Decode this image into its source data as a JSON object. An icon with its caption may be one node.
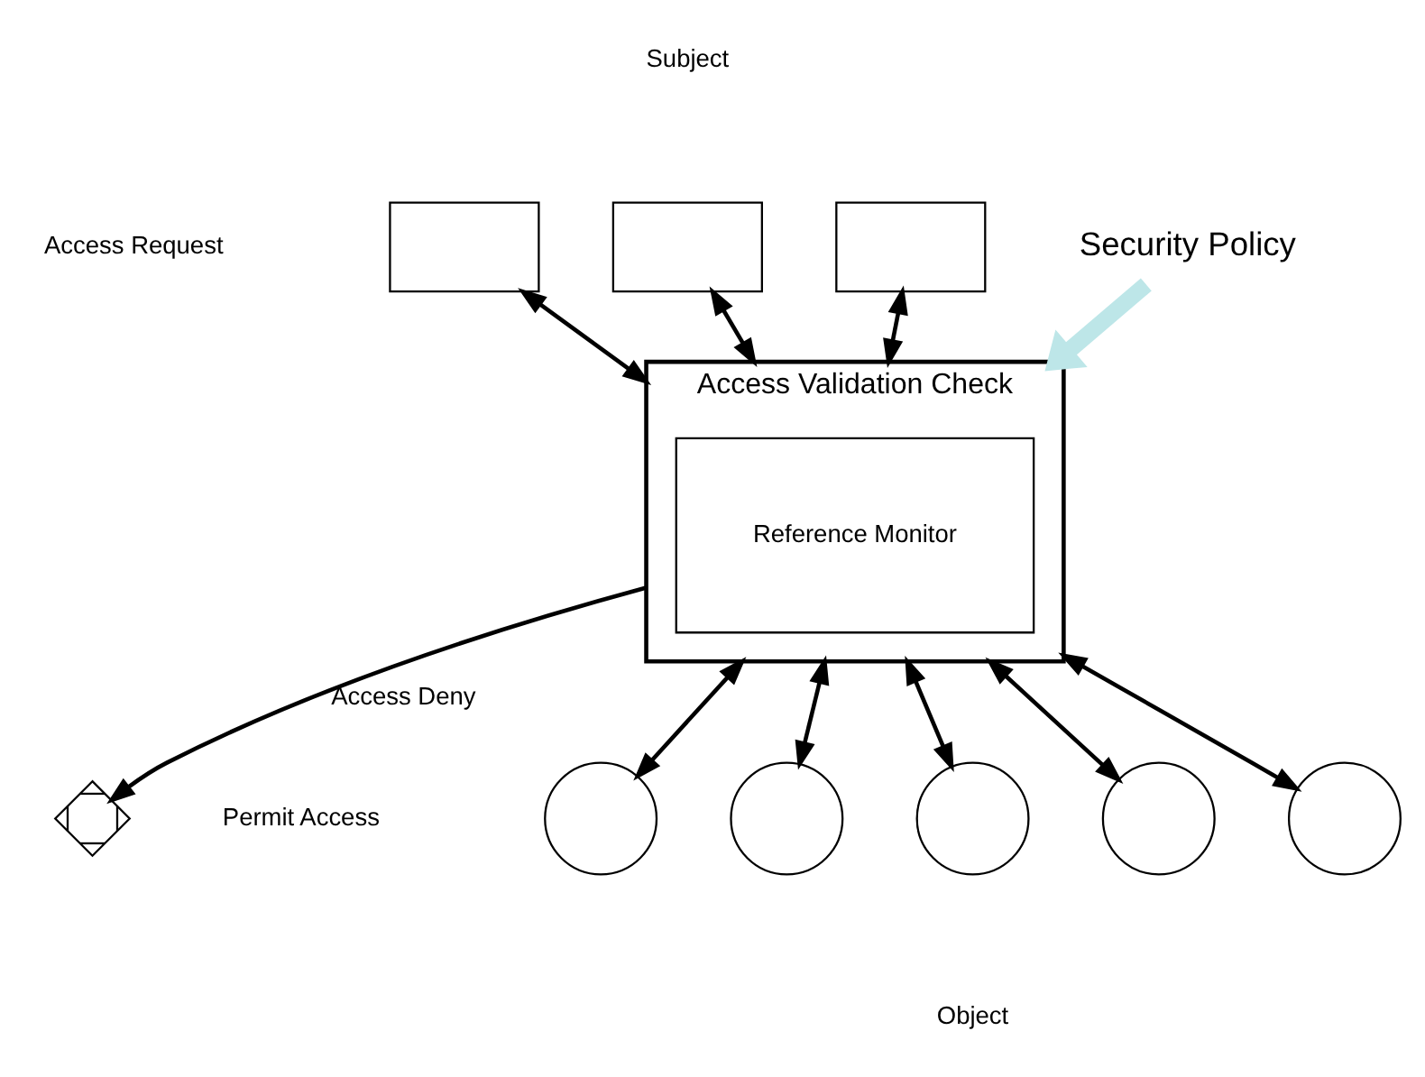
{
  "diagram": {
    "nodes": [
      {
        "text": [
          "Access Validation Check"
        ]
      },
      {
        "text": [
          "Reference Monitor"
        ],
        "in": 0
      },
      {
        "text": [],
        "shape": "box"
      },
      {
        "text": [],
        "shape": "box"
      },
      {
        "text": [],
        "shape": "box"
      },
      {
        "text": [],
        "shape": "cross"
      },
      {
        "text": [
          "Security Policy"
        ]
      },
      {
        "text": [],
        "shape": "circle"
      },
      {
        "text": [],
        "shape": "circle"
      },
      {
        "text": [],
        "shape": "circle"
      },
      {
        "text": [],
        "shape": "circle"
      },
      {
        "text": [],
        "shape": "circle"
      }
    ],
    "edges": [
      {
        "from": 2,
        "to": 0,
        "arrow": "both"
      },
      {
        "from": 3,
        "to": 0,
        "arrow": "both"
      },
      {
        "from": 4,
        "to": 0,
        "arrow": "both"
      },
      {
        "from": 0,
        "to": 5,
        "arrow": "to",
        "label": "Access Deny"
      },
      {
        "from": 6,
        "to": 0,
        "arrow": "to",
        "style": "thick",
        "color": "#bde6e8"
      },
      {
        "from": 0,
        "to": 7,
        "arrow": "both"
      },
      {
        "from": 0,
        "to": 8,
        "arrow": "both"
      },
      {
        "from": 0,
        "to": 9,
        "arrow": "both"
      },
      {
        "from": 0,
        "to": 10,
        "arrow": "both"
      },
      {
        "from": 0,
        "to": 11,
        "arrow": "both"
      }
    ],
    "labels": [
      "Subject",
      "Access Request",
      "Permit Access",
      "Object"
    ]
  }
}
